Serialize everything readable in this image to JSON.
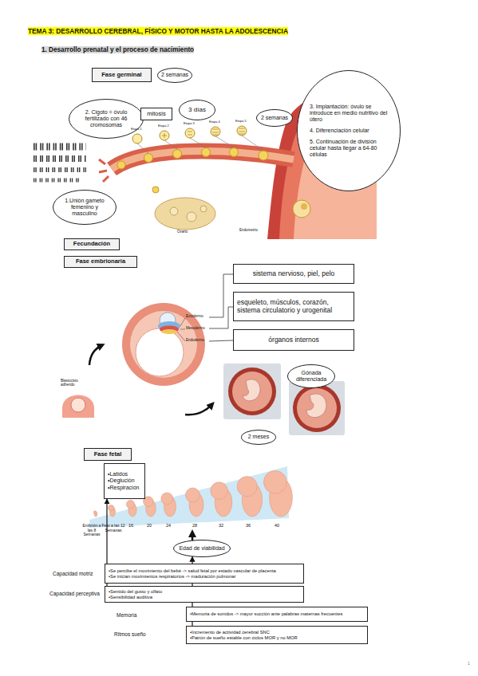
{
  "diagram": {
    "title": "TEMA 3: DESARROLLO CEREBRAL, FÍSICO Y MOTOR HASTA LA ADOLESCENCIA",
    "nodes": [
      {
        "text": [
          "Fase germinal"
        ]
      },
      {
        "text": [
          "2 semanas"
        ]
      },
      {
        "text": [
          "2. Cigoto = óvulo fertilizado con 46 cromosomas"
        ]
      },
      {
        "text": [
          "mitosis"
        ]
      },
      {
        "text": [
          "3 días"
        ]
      },
      {
        "text": [
          "2 semanas"
        ]
      },
      {
        "text": [
          "3. Implantación: óvulo se introduce en medio nutritivo del útero",
          "4. Diferenciación celular",
          "5. Continuación de división celular hasta llegar a 64-80 células"
        ]
      },
      {
        "text": [
          "1.Unión gameto femenino y masculino"
        ]
      },
      {
        "text": [
          "Fecundación"
        ]
      },
      {
        "text": [
          "Fase embrionaria"
        ]
      },
      {
        "text": [
          "sistema nervioso, piel, pelo"
        ]
      },
      {
        "text": [
          "esqueleto, músculos, corazón, sistema circulatorio y urogenital"
        ]
      },
      {
        "text": [
          "órganos internos"
        ]
      },
      {
        "text": [
          "Gónada diferenciada"
        ]
      },
      {
        "text": [
          "2 meses"
        ]
      },
      {
        "text": [
          "Fase fetal"
        ]
      },
      {
        "text": [
          "•Latidos",
          "•Deglución",
          "•Respiración"
        ]
      },
      {
        "text": [
          "Edad de viabilidad"
        ]
      },
      {
        "text": [
          "•Se percibe el movimiento del bebé -> salud fetal por estado vascular de placenta",
          "•Se inician movimientos respiratorios -> maduración pulmonar"
        ]
      },
      {
        "text": [
          "•Sentido del gusto y olfato",
          "•Sensibilidad auditiva"
        ]
      },
      {
        "text": [
          "•Memoria de sonidos -> mayor succión ante palabras maternas frecuentes"
        ]
      },
      {
        "text": [
          "•Incremento de actividad cerebral SNC",
          "•Patrón de sueño estable con ciclos MOR y no MOR"
        ]
      }
    ],
    "edges": [
      {
        "from": 19,
        "to": 16,
        "arrow": "to"
      },
      {
        "from": 21,
        "to": 17,
        "arrow": "to"
      }
    ],
    "labels": [
      "1. Desarrollo prenatal y el proceso de nacimiento",
      "Etapa 1",
      "Etapa 2",
      "Etapa 3",
      "Etapa 4",
      "Etapa 5",
      "Ovario",
      "Endometrio",
      "Ectodermo",
      "Mesodermo",
      "Endodermo",
      "Blastocisto adherido",
      "Embrión a las 8 Semanas",
      "Feto a las 12 Semanas",
      "16",
      "20",
      "24",
      "28",
      "32",
      "36",
      "40",
      "Capacidad motriz",
      "Capacidad perceptiva",
      "Memoria",
      "Ritmos sueño",
      "1"
    ]
  }
}
